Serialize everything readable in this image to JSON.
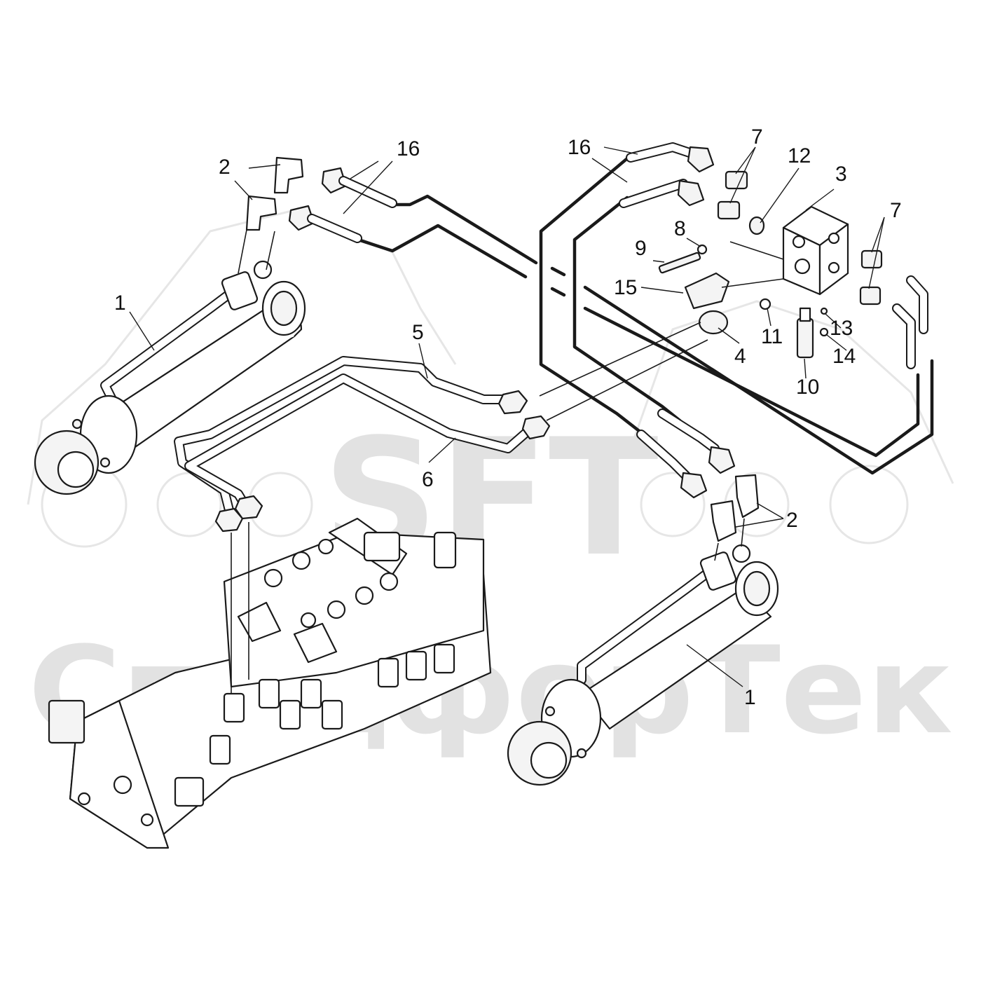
{
  "watermark": {
    "logo_text": "SFT",
    "brand_text": "СпецфорТек"
  },
  "callouts": [
    {
      "id": "c1a",
      "label": "1"
    },
    {
      "id": "c1b",
      "label": "1"
    },
    {
      "id": "c2a",
      "label": "2"
    },
    {
      "id": "c2b",
      "label": "2"
    },
    {
      "id": "c3",
      "label": "3"
    },
    {
      "id": "c4",
      "label": "4"
    },
    {
      "id": "c5",
      "label": "5"
    },
    {
      "id": "c6",
      "label": "6"
    },
    {
      "id": "c7a",
      "label": "7"
    },
    {
      "id": "c7b",
      "label": "7"
    },
    {
      "id": "c8",
      "label": "8"
    },
    {
      "id": "c9",
      "label": "9"
    },
    {
      "id": "c10",
      "label": "10"
    },
    {
      "id": "c11",
      "label": "11"
    },
    {
      "id": "c12",
      "label": "12"
    },
    {
      "id": "c13",
      "label": "13"
    },
    {
      "id": "c14",
      "label": "14"
    },
    {
      "id": "c15",
      "label": "15"
    },
    {
      "id": "c16a",
      "label": "16"
    },
    {
      "id": "c16b",
      "label": "16"
    }
  ],
  "colors": {
    "line": "#1a1a1a",
    "background": "#ffffff",
    "watermark": "#e2e2e2"
  }
}
